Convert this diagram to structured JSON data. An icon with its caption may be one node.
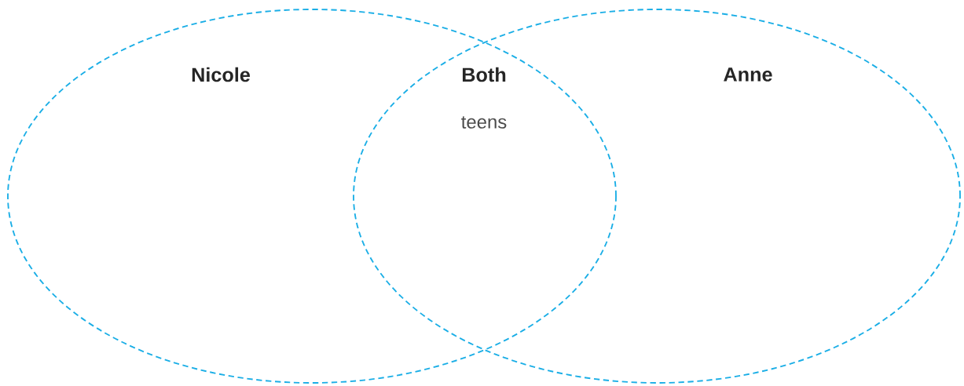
{
  "diagram": {
    "nodes": [
      {
        "text": [
          "Nicole"
        ]
      },
      {
        "text": [
          "Anne"
        ]
      }
    ],
    "labels": [
      "Both",
      "teens"
    ]
  }
}
